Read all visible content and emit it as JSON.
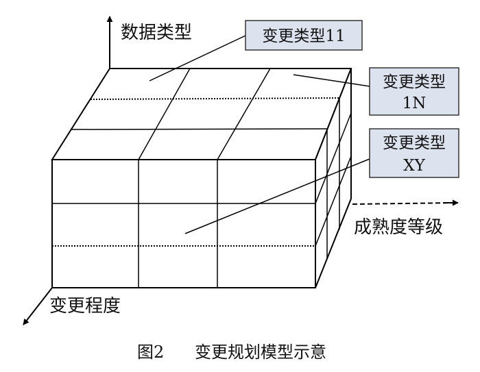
{
  "axes": {
    "vertical_label": "数据类型",
    "depth_label": "成熟度等级",
    "horizontal_label": "变更程度"
  },
  "callouts": [
    {
      "lines": [
        "变更类型11"
      ]
    },
    {
      "lines": [
        "变更类型",
        "1N"
      ]
    },
    {
      "lines": [
        "变更类型",
        "XY"
      ]
    }
  ],
  "caption": {
    "figure_number": "图2",
    "title": "变更规划模型示意"
  },
  "colors": {
    "line": "#000000",
    "callout_fill": "#dce3ee",
    "callout_border": "#333333",
    "text": "#111111"
  }
}
